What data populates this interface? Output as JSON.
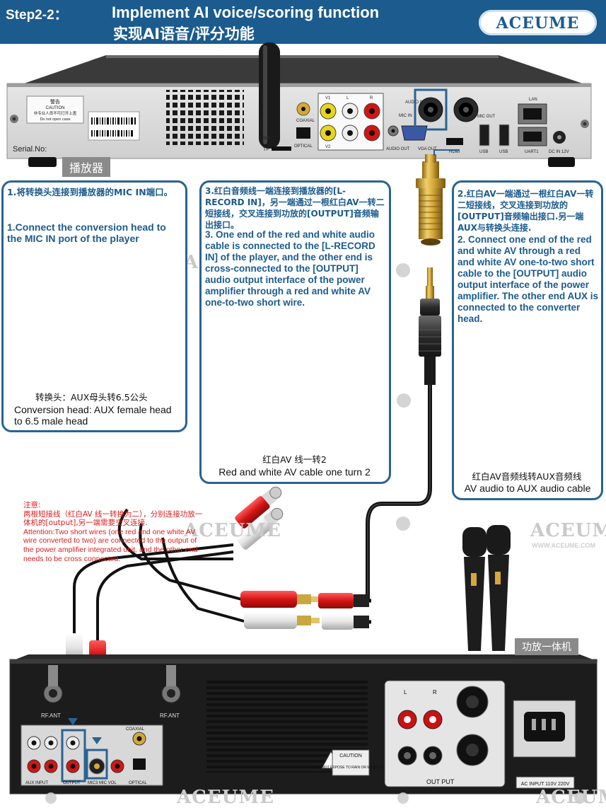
{
  "header": {
    "step": "Step2-2：",
    "title_en": "Implement AI voice/scoring function",
    "title_cn": "实现AI语音/评分功能",
    "logo": "ACEUME"
  },
  "player": {
    "tag": "播放器",
    "serial": "Serial.No:",
    "labels": {
      "audio_in": "AUDIO IN",
      "mic_in": "MIC IN",
      "mic_out": "MIC OUT",
      "lan": "LAN",
      "coaxial": "COAXIAL",
      "optical": "OPTICAL",
      "uart2": "UART2",
      "tf": "TF",
      "audio_out": "AUDIO OUT",
      "vga_out": "VGA OUT",
      "hdmi": "HDMI",
      "usb1": "USB",
      "usb2": "USB",
      "uart1": "UART1",
      "dc": "DC IN 12V",
      "v1": "V1",
      "v2": "V2",
      "l": "L",
      "r": "R",
      "warning_title": "警告",
      "caution": "CAUTION",
      "warning_cn": "非专业人员不可打开上盖",
      "do_not_open": "Do not open case"
    }
  },
  "panel1": {
    "text_cn": "1.将转换头连接到播放器的MIC IN端口。",
    "text_en": "1.Connect the conversion head to the MIC IN port of the player",
    "caption_cn": "转换头：AUX母头转6.5公头",
    "caption_en": "Conversion head: AUX female head to 6.5 male head"
  },
  "panel3": {
    "text_cn": "3.红白音频线一端连接到播放器的[L-RECORD IN]，另一端通过一根红白AV一转二短接线，交叉连接到功放的[OUTPUT]音频输出接口。",
    "text_en": "3. One end of the red and white audio cable is connected to the [L-RECORD IN] of the player, and the other end is cross-connected to the [OUTPUT] audio output interface of the power amplifier through a red and white AV one-to-two short wire.",
    "caption_cn": "红白AV 线一转2",
    "caption_en": "Red and white AV cable one turn 2"
  },
  "panel2": {
    "text_cn": "2.红白AV一端通过一根红白AV一转二短接线，交叉连接到功放的[OUTPUT]音频输出接口.另一端AUX与转换头连接.",
    "text_en": "2. Connect one end of the red and white AV through a red and white AV one-to-two short cable to the [OUTPUT] audio output interface of the power amplifier. The other end AUX is connected to the converter head.",
    "caption_cn": "红白AV音频线转AUX音频线",
    "caption_en": "AV audio to AUX audio cable"
  },
  "note": {
    "title": "注意:",
    "cn": "两根短接线（红白AV 线一转换为二），分别连接功放一体机的[output],另一端需要交叉连接.",
    "en": "Attention:Two short wires (one red and one white AV wire converted to two) are connected to the output of the power amplifier integrated unit, and the other end needs to be cross connected."
  },
  "amplifier": {
    "tag": "功放一体机",
    "labels": {
      "rf_ant_left": "RF.ANT",
      "rf_ant_right": "RF.ANT",
      "coaxial": "COAXIAL",
      "aux_input": "AUX INPUT",
      "output": "OUTPUT",
      "mic3_micvol": "MIC3 MIC VOL",
      "optical": "OPTICAL",
      "caution": "CAUTION",
      "do_not_expose": "DO NOT EXPOSE TO RAIN OR MOISTURE",
      "ch_l": "L",
      "ch_r": "R",
      "speaker_out": "OUT PUT",
      "ac_input": "AC INPUT 110V 220V"
    }
  },
  "watermark": {
    "brand": "ACEUME",
    "url": "WWW.ACEUME.COM"
  },
  "colors": {
    "header_blue": "#1b5b8e",
    "panel_border": "#2a6392",
    "note_red": "#e01d1d",
    "arrow_blue": "#2a6392",
    "gold": "#d4a83a"
  }
}
